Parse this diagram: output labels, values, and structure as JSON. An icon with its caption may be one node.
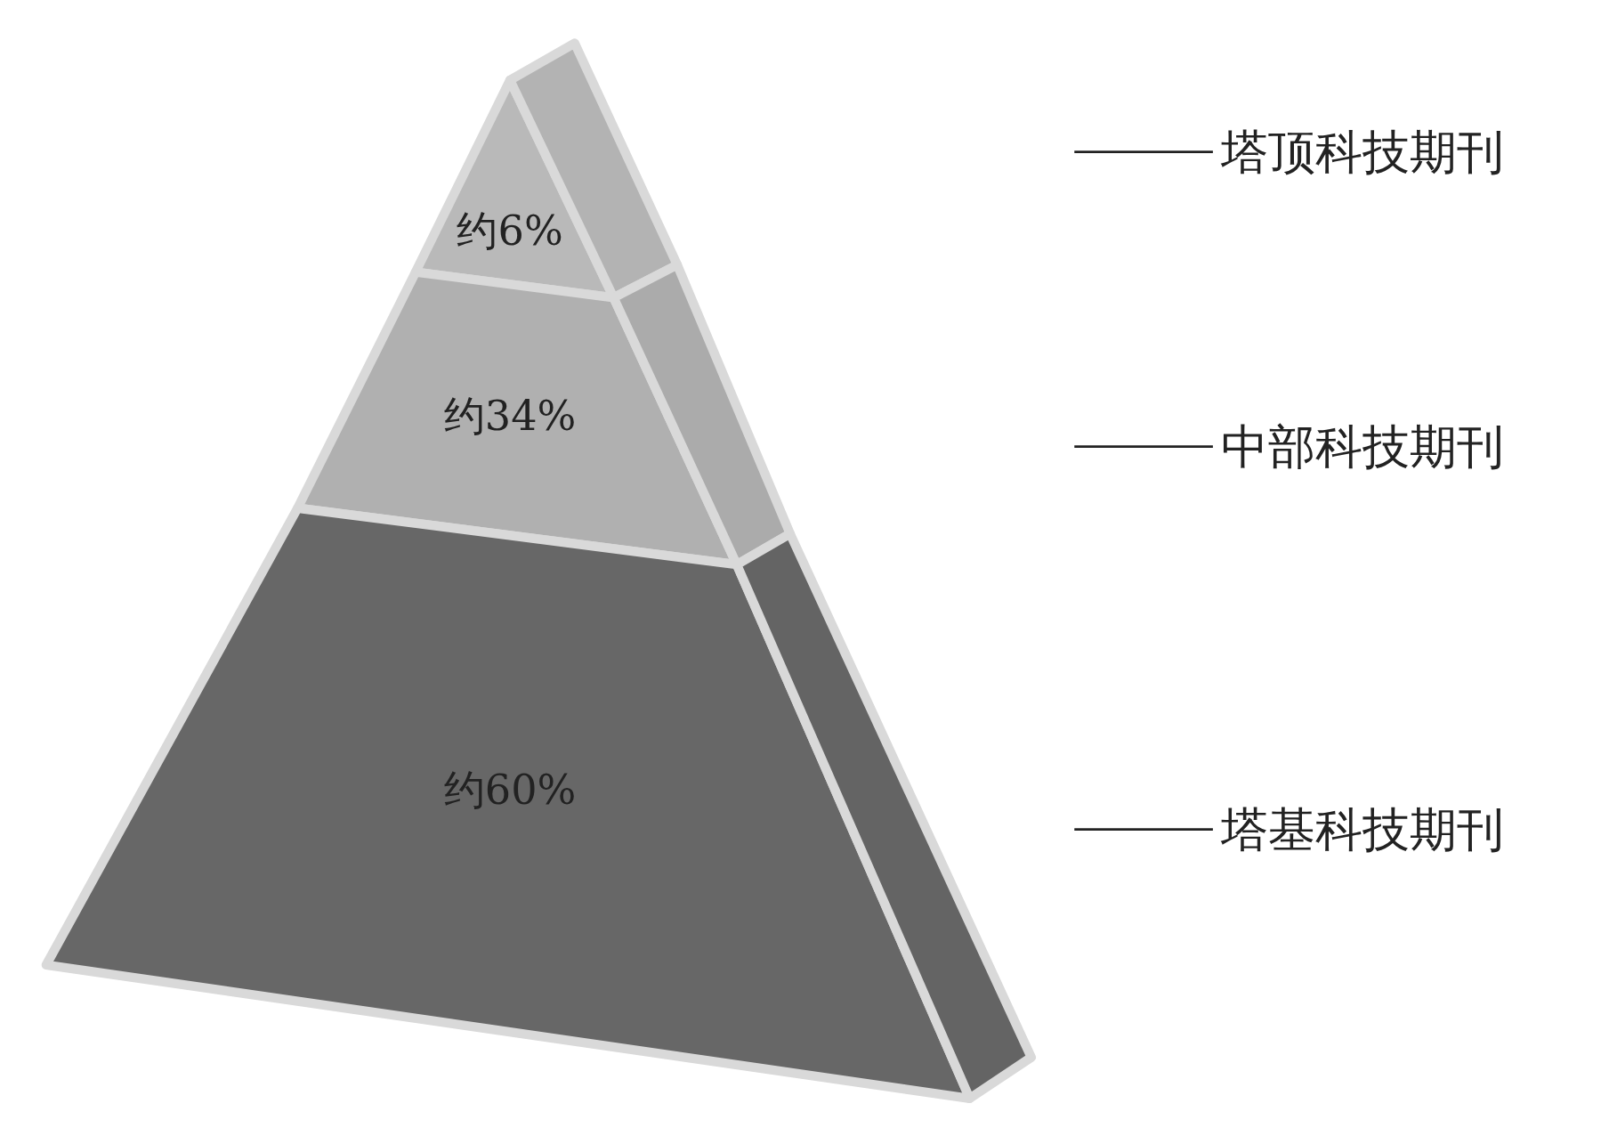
{
  "diagram": {
    "nodes": [
      {
        "text": [
          "约6%"
        ]
      },
      {
        "text": [
          "约34%"
        ]
      },
      {
        "text": [
          "约60%"
        ]
      },
      {
        "text": [
          "塔顶科技期刊"
        ]
      },
      {
        "text": [
          "中部科技期刊"
        ]
      },
      {
        "text": [
          "塔基科技期刊"
        ]
      }
    ],
    "edges": [
      {
        "from": 3,
        "to": null,
        "arrow": "none"
      },
      {
        "from": 4,
        "to": null,
        "arrow": "none"
      },
      {
        "from": 5,
        "to": null,
        "arrow": "none"
      }
    ]
  }
}
